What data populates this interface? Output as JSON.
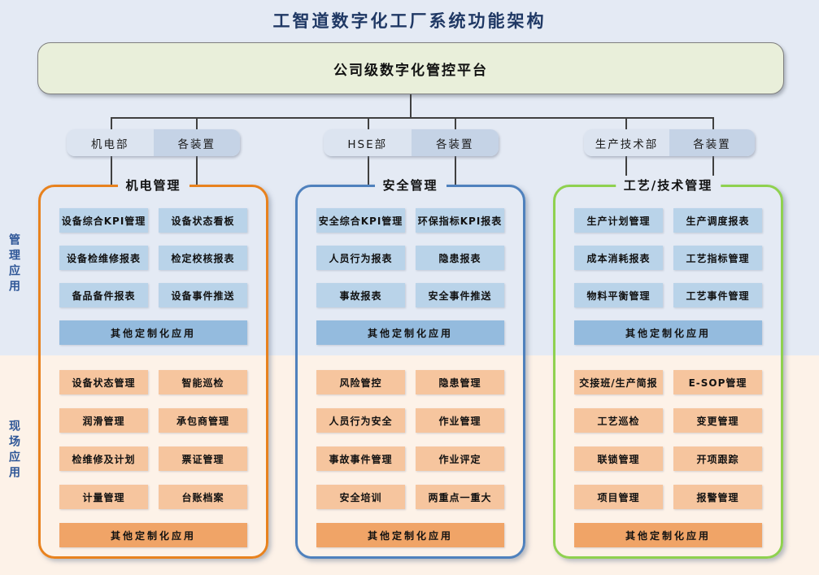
{
  "title": "工智道数字化工厂系统功能架构",
  "platform": {
    "label": "公司级数字化管控平台"
  },
  "side_labels": {
    "top": "管理应用",
    "bottom": "现场应用"
  },
  "tab_groups": [
    {
      "dept": "机电部",
      "unit": "各装置"
    },
    {
      "dept": "HSE部",
      "unit": "各装置"
    },
    {
      "dept": "生产技术部",
      "unit": "各装置"
    }
  ],
  "columns": [
    {
      "header": "机电管理",
      "accent": "#E8821E",
      "mgmt_rows": [
        [
          "设备综合KPI管理",
          "设备状态看板"
        ],
        [
          "设备检维修报表",
          "检定校核报表"
        ],
        [
          "备品备件报表",
          "设备事件推送"
        ]
      ],
      "mgmt_wide": "其他定制化应用",
      "field_rows": [
        [
          "设备状态管理",
          "智能巡检"
        ],
        [
          "润滑管理",
          "承包商管理"
        ],
        [
          "检维修及计划",
          "票证管理"
        ],
        [
          "计量管理",
          "台账档案"
        ]
      ],
      "field_wide": "其他定制化应用"
    },
    {
      "header": "安全管理",
      "accent": "#4F81BD",
      "mgmt_rows": [
        [
          "安全综合KPI管理",
          "环保指标KPI报表"
        ],
        [
          "人员行为报表",
          "隐患报表"
        ],
        [
          "事故报表",
          "安全事件推送"
        ]
      ],
      "mgmt_wide": "其他定制化应用",
      "field_rows": [
        [
          "风险管控",
          "隐患管理"
        ],
        [
          "人员行为安全",
          "作业管理"
        ],
        [
          "事故事件管理",
          "作业评定"
        ],
        [
          "安全培训",
          "两重点一重大"
        ]
      ],
      "field_wide": "其他定制化应用"
    },
    {
      "header": "工艺/技术管理",
      "accent": "#8FD14F",
      "mgmt_rows": [
        [
          "生产计划管理",
          "生产调度报表"
        ],
        [
          "成本消耗报表",
          "工艺指标管理"
        ],
        [
          "物料平衡管理",
          "工艺事件管理"
        ]
      ],
      "mgmt_wide": "其他定制化应用",
      "field_rows": [
        [
          "交接班/生产简报",
          "E-SOP管理"
        ],
        [
          "工艺巡检",
          "变更管理"
        ],
        [
          "联锁管理",
          "开项跟踪"
        ],
        [
          "项目管理",
          "报警管理"
        ]
      ],
      "field_wide": "其他定制化应用"
    }
  ],
  "colors": {
    "title_text": "#1F3864",
    "bg_top": "#E4EAF4",
    "bg_bottom": "#FDF2E8",
    "platform_fill": "#E9EFDA",
    "platform_border": "#7F7F7F",
    "tab_dept_fill": "#DCE4F0",
    "tab_unit_fill": "#C5D3E6",
    "connector": "#404040",
    "mgmt_box_fill": "#B9D3E9",
    "mgmt_wide_fill": "#94BBDE",
    "field_box_fill": "#F6C59E",
    "field_wide_fill": "#F0A467",
    "column_accents": [
      "#E8821E",
      "#4F81BD",
      "#8FD14F"
    ],
    "side_label_text": "#2E5697"
  }
}
